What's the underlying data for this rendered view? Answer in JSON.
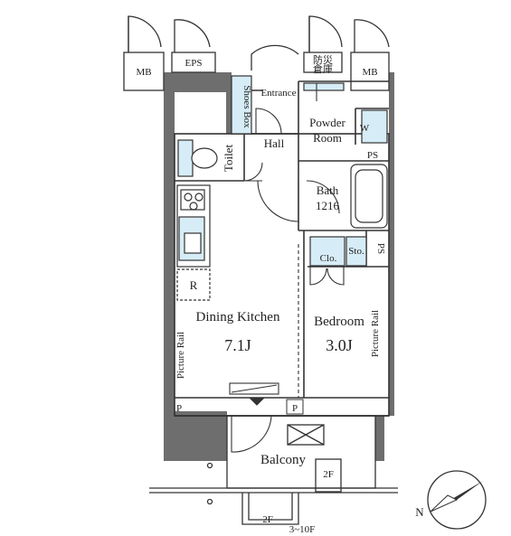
{
  "labels": {
    "mb_left": "MB",
    "eps": "EPS",
    "bousai_line1": "防災",
    "bousai_line2": "倉庫",
    "mb_right": "MB",
    "shoes_box": "Shoes Box",
    "entrance": "Entrance",
    "powder_line1": "Powder",
    "powder_line2": "Room",
    "w": "W",
    "hall": "Hall",
    "toilet": "Toilet",
    "ps_top": "PS",
    "bath": "Bath",
    "bath_size": "1216",
    "clo": "Clo.",
    "sto": "Sto.",
    "ps_side": "PS",
    "r": "R",
    "dining_kitchen": "Dining Kitchen",
    "dk_area": "7.1J",
    "bedroom": "Bedroom",
    "bedroom_area": "3.0J",
    "picture_rail_left": "Picture Rail",
    "picture_rail_right": "Picture Rail",
    "p_left": "P",
    "p_mid": "P",
    "balcony": "Balcony",
    "tag_2f": "2F",
    "floors_2f": "2F",
    "floors_range": "3~10F",
    "compass_n": "N"
  },
  "colors": {
    "wall": "#6e6e6e",
    "line": "#333333",
    "fixture_blue": "#d6ecf6"
  }
}
